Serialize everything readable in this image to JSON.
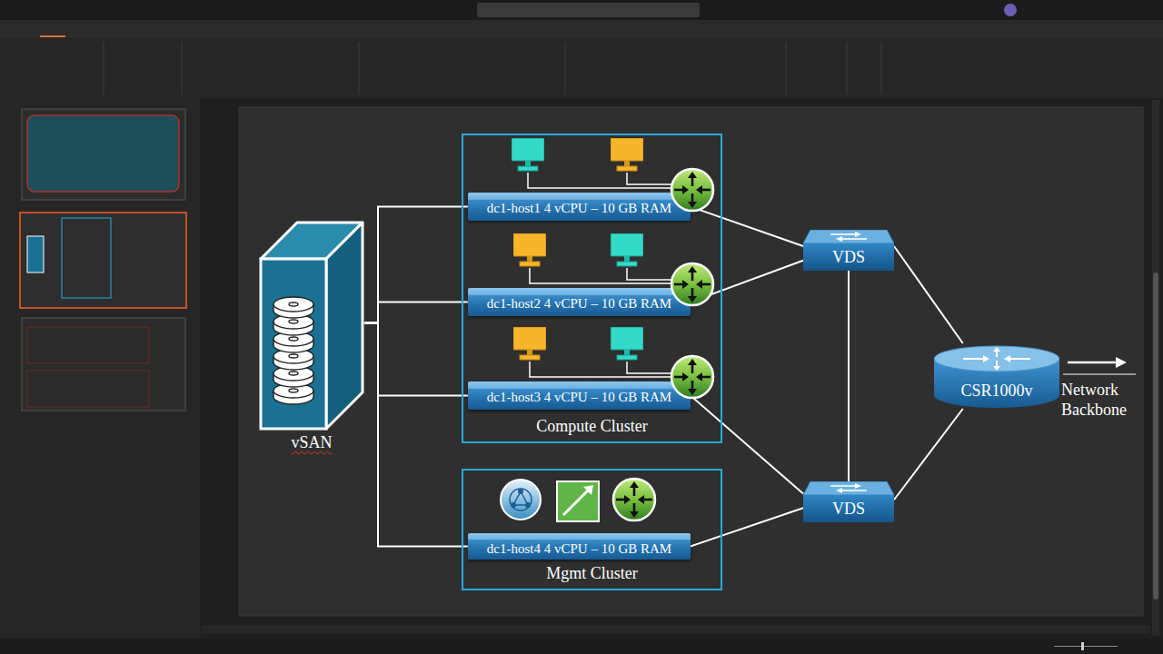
{
  "diagram": {
    "nodes": [
      {
        "text": [
          "Compute Cluster"
        ]
      },
      {
        "text": [
          "dc1-host1 4 vCPU – 10 GB RAM"
        ],
        "in": 0
      },
      {
        "text": [
          "dc1-host2 4 vCPU – 10 GB RAM"
        ],
        "in": 0
      },
      {
        "text": [
          "dc1-host3 4 vCPU – 10 GB RAM"
        ],
        "in": 0
      },
      {
        "text": [
          "Mgmt Cluster"
        ]
      },
      {
        "text": [
          "dc1-host4 4 vCPU – 10 GB RAM"
        ],
        "in": 4
      },
      {
        "text": [
          "VDS"
        ]
      },
      {
        "text": [
          "VDS"
        ]
      },
      {
        "text": [
          "CSR1000v"
        ]
      },
      {
        "text": [
          "vSAN"
        ]
      }
    ],
    "edges": [
      {
        "from": 1,
        "to": 6,
        "arrow": "none"
      },
      {
        "from": 2,
        "to": 6,
        "arrow": "none"
      },
      {
        "from": 3,
        "to": 7,
        "arrow": "none"
      },
      {
        "from": 5,
        "to": 7,
        "arrow": "none"
      },
      {
        "from": 6,
        "to": 7,
        "arrow": "none"
      },
      {
        "from": 6,
        "to": 8,
        "arrow": "none"
      },
      {
        "from": 7,
        "to": 8,
        "arrow": "none"
      },
      {
        "from": 9,
        "to": 1,
        "arrow": "none"
      },
      {
        "from": 9,
        "to": 2,
        "arrow": "none"
      },
      {
        "from": 9,
        "to": 3,
        "arrow": "none"
      },
      {
        "from": 9,
        "to": 5,
        "arrow": "none"
      }
    ],
    "labels": [
      "Network Backbone"
    ]
  }
}
